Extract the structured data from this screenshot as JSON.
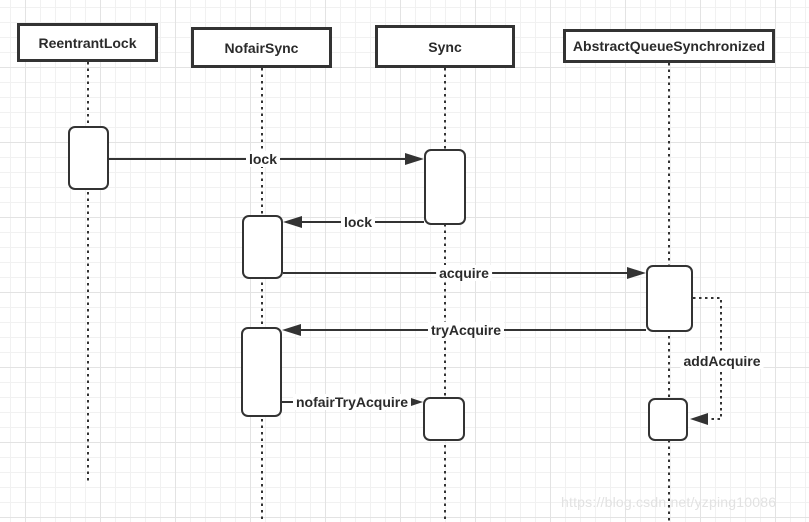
{
  "diagram": {
    "type": "uml-sequence",
    "participants": [
      {
        "name": "ReentrantLock"
      },
      {
        "name": "NofairSync"
      },
      {
        "name": "Sync"
      },
      {
        "name": "AbstractQueueSynchronized"
      }
    ],
    "messages": [
      {
        "label": "lock",
        "from": "ReentrantLock",
        "to": "Sync",
        "line": "solid",
        "direction": "right"
      },
      {
        "label": "lock",
        "from": "Sync",
        "to": "NofairSync",
        "line": "solid",
        "direction": "left"
      },
      {
        "label": "acquire",
        "from": "NofairSync",
        "to": "AbstractQueueSynchronized",
        "line": "solid",
        "direction": "right"
      },
      {
        "label": "tryAcquire",
        "from": "AbstractQueueSynchronized",
        "to": "NofairSync",
        "line": "solid",
        "direction": "left"
      },
      {
        "label": "nofairTryAcquire",
        "from": "NofairSync",
        "to": "Sync",
        "line": "solid",
        "direction": "right"
      },
      {
        "label": "addAcquire",
        "from": "AbstractQueueSynchronized",
        "to": "AbstractQueueSynchronized",
        "line": "dotted",
        "direction": "self"
      }
    ],
    "colors": {
      "line": "#333333",
      "shape_fill": "#ffffff",
      "grid_minor": "#f1f1f1",
      "grid_major": "#e3e3e3",
      "watermark_text": "#e2e2e2"
    }
  },
  "watermark": {
    "text": "https://blog.csdn.net/yzping10086"
  }
}
